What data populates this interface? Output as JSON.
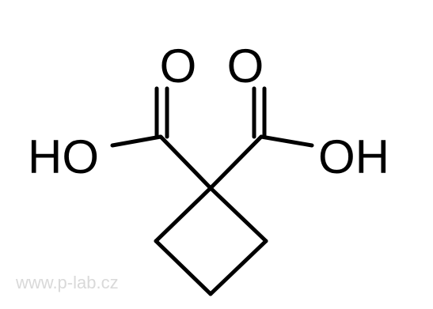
{
  "structure": {
    "labels": {
      "oxygen_left": "O",
      "oxygen_right": "O",
      "hydroxyl_left": "HO",
      "hydroxyl_right": "OH"
    }
  },
  "watermark": "www.p-lab.cz",
  "colors": {
    "ink": "#000000",
    "background": "#ffffff",
    "watermark": "#d9d9d9"
  }
}
